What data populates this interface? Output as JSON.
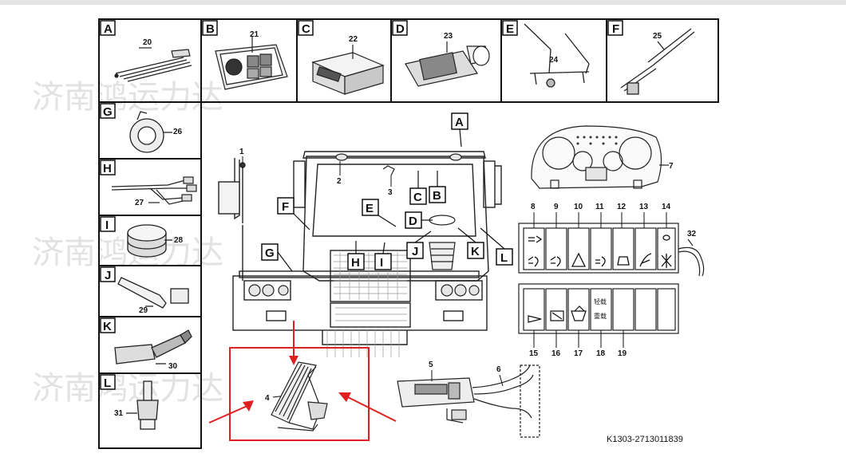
{
  "panels": {
    "A": {
      "letter": "A",
      "num": "20"
    },
    "B": {
      "letter": "B",
      "num": "21"
    },
    "C": {
      "letter": "C",
      "num": "22"
    },
    "D": {
      "letter": "D",
      "num": "23"
    },
    "E": {
      "letter": "E",
      "num": "24"
    },
    "F": {
      "letter": "F",
      "num": "25"
    },
    "G": {
      "letter": "G",
      "num": "26"
    },
    "H": {
      "letter": "H",
      "num": "27"
    },
    "I": {
      "letter": "I",
      "num": "28"
    },
    "J": {
      "letter": "J",
      "num": "29"
    },
    "K": {
      "letter": "K",
      "num": "30"
    },
    "L": {
      "letter": "L",
      "num": "31"
    }
  },
  "callouts": {
    "c1": "1",
    "c2": "2",
    "c3": "3",
    "c4": "4",
    "c5": "5",
    "c6": "6",
    "c7": "7",
    "c8": "8",
    "c9": "9",
    "c10": "10",
    "c11": "11",
    "c12": "12",
    "c13": "13",
    "c14": "14",
    "c15": "15",
    "c16": "16",
    "c17": "17",
    "c18": "18",
    "c19": "19",
    "c32": "32"
  },
  "cab_tags": {
    "A": "A",
    "B": "B",
    "C": "C",
    "D": "D",
    "E": "E",
    "F": "F",
    "G": "G",
    "H": "H",
    "I": "I",
    "J": "J",
    "K": "K",
    "L": "L"
  },
  "switch_text": {
    "light_load": "轻载",
    "heavy_load": "重载"
  },
  "figure_code": "K1303-2713011839",
  "watermark": "济南鸿运力达",
  "colors": {
    "highlight": "#e02020",
    "line": "#111111",
    "watermark": "#dcdcdc"
  }
}
